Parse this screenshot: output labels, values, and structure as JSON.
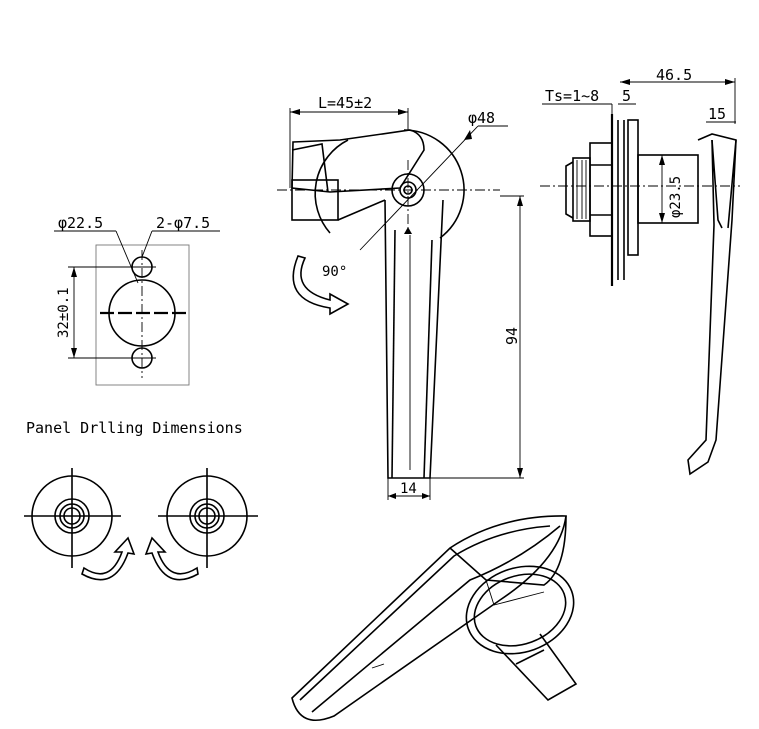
{
  "panel_drilling": {
    "title": "Panel Drlling Dimensions",
    "dia_main": "φ22.5",
    "dia_small": "2-φ7.5",
    "spacing": "32±0.1"
  },
  "front_view": {
    "length": "L=45±2",
    "dia_rose": "φ48",
    "height": "94",
    "width": "14",
    "rotation": "90°"
  },
  "side_view": {
    "thickness": "Ts=1~8",
    "gap": "5",
    "total": "46.5",
    "offset": "15",
    "dia_body": "φ23.5"
  }
}
